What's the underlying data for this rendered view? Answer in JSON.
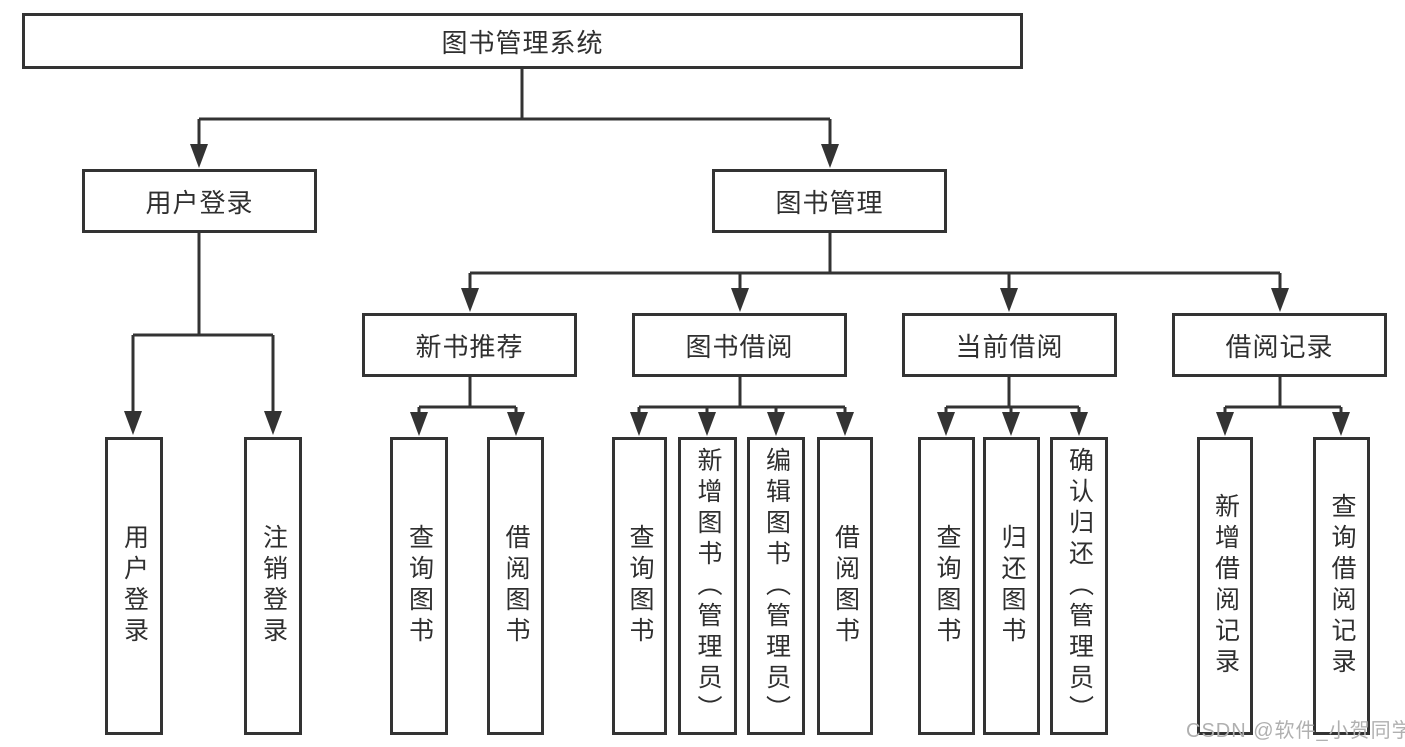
{
  "tree": {
    "label": "图书管理系统",
    "children": [
      {
        "label": "用户登录",
        "children": [
          {
            "label": "用户登录"
          },
          {
            "label": "注销登录"
          }
        ]
      },
      {
        "label": "图书管理",
        "children": [
          {
            "label": "新书推荐",
            "children": [
              {
                "label": "查询图书"
              },
              {
                "label": "借阅图书"
              }
            ]
          },
          {
            "label": "图书借阅",
            "children": [
              {
                "label": "查询图书"
              },
              {
                "label": "新增图书（管理员）"
              },
              {
                "label": "编辑图书（管理员）"
              },
              {
                "label": "借阅图书"
              }
            ]
          },
          {
            "label": "当前借阅",
            "children": [
              {
                "label": "查询图书"
              },
              {
                "label": "归还图书"
              },
              {
                "label": "确认归还（管理员）"
              }
            ]
          },
          {
            "label": "借阅记录",
            "children": [
              {
                "label": "新增借阅记录"
              },
              {
                "label": "查询借阅记录"
              }
            ]
          }
        ]
      }
    ]
  },
  "watermark": "CSDN @软件_小贺同学",
  "colors": {
    "line": "#333333",
    "box_border": "#333333",
    "text": "#2f2f2f",
    "watermark": "#b0b0b0",
    "background": "#ffffff"
  }
}
